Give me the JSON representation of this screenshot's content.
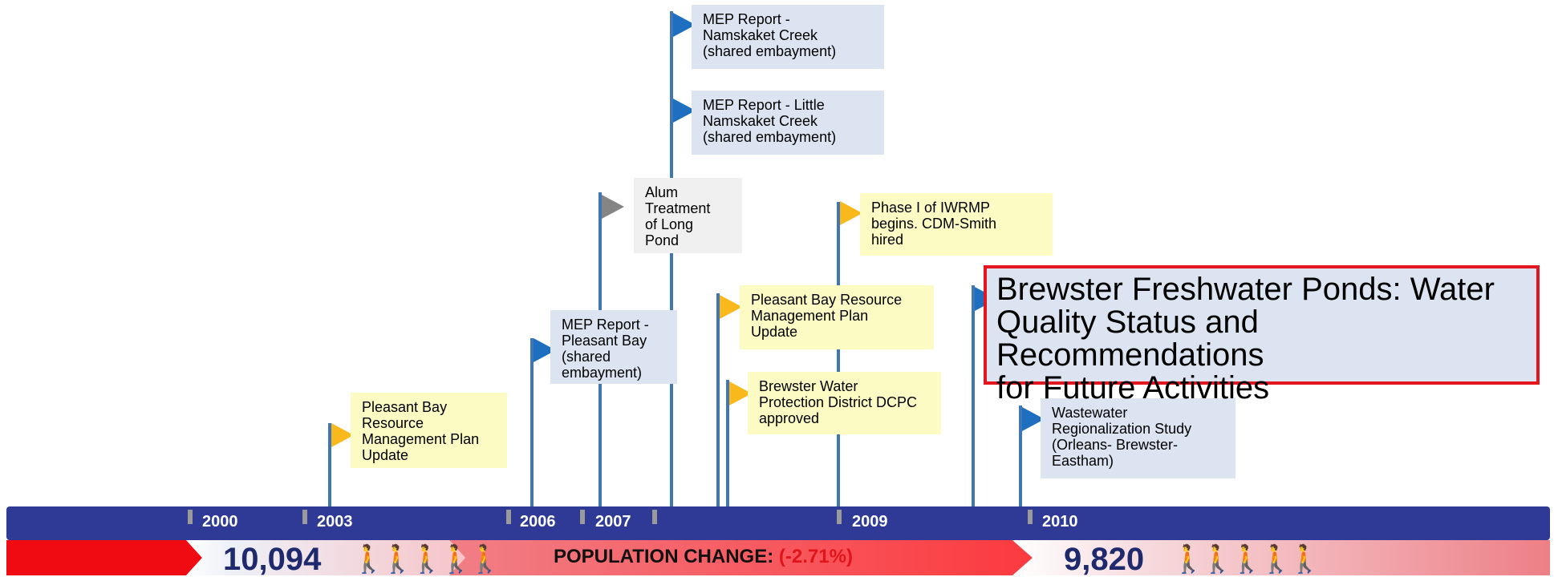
{
  "events": [
    {
      "id": "mep-namskaket",
      "text": "MEP Report -\nNamskaket Creek\n(shared embayment)",
      "color": "blue"
    },
    {
      "id": "mep-little-namskaket",
      "text": "MEP Report - Little\nNamskaket Creek\n(shared embayment)",
      "color": "blue"
    },
    {
      "id": "alum-treatment",
      "text": "Alum\nTreatment\nof Long\nPond",
      "color": "gray"
    },
    {
      "id": "iwrmp-phase1",
      "text": "Phase I of IWRMP\nbegins. CDM-Smith\nhired",
      "color": "yellow"
    },
    {
      "id": "pbrmp-update-2008",
      "text": "Pleasant Bay Resource\nManagement Plan\nUpdate",
      "color": "yellow"
    },
    {
      "id": "mep-pleasant-bay",
      "text": "MEP Report -\nPleasant Bay\n(shared\nembayment)",
      "color": "blue"
    },
    {
      "id": "bwpd-dcpc",
      "text": "Brewster Water\nProtection District DCPC\napproved",
      "color": "yellow"
    },
    {
      "id": "pbrmp-update-2003",
      "text": "Pleasant Bay\nResource\nManagement Plan\nUpdate",
      "color": "yellow"
    },
    {
      "id": "wastewater-regionalization",
      "text": "Wastewater\nRegionalization Study\n(Orleans- Brewster-\nEastham)",
      "color": "blue"
    },
    {
      "id": "freshwater-ponds",
      "text": "Brewster Freshwater Ponds: Water\nQuality Status and Recommendations\nfor Future Activities",
      "color": "blue",
      "highlighted": true
    }
  ],
  "years": [
    "2000",
    "2003",
    "2006",
    "2007",
    "2009",
    "2010"
  ],
  "population": {
    "start": "10,094",
    "end": "9,820",
    "change_label": "POPULATION CHANGE",
    "change_sep": ":",
    "change_value": "(-2.71%)",
    "people_glyphs": "🚶🚶🚶🚶🚶"
  },
  "colors": {
    "timeline_bar": "#2e3a96",
    "flag_blue": "#1f6fc0",
    "flag_yellow": "#f9b81b",
    "flag_gray": "#858585",
    "highlight_border": "#e3161f",
    "change_negative": "#e0151c"
  }
}
